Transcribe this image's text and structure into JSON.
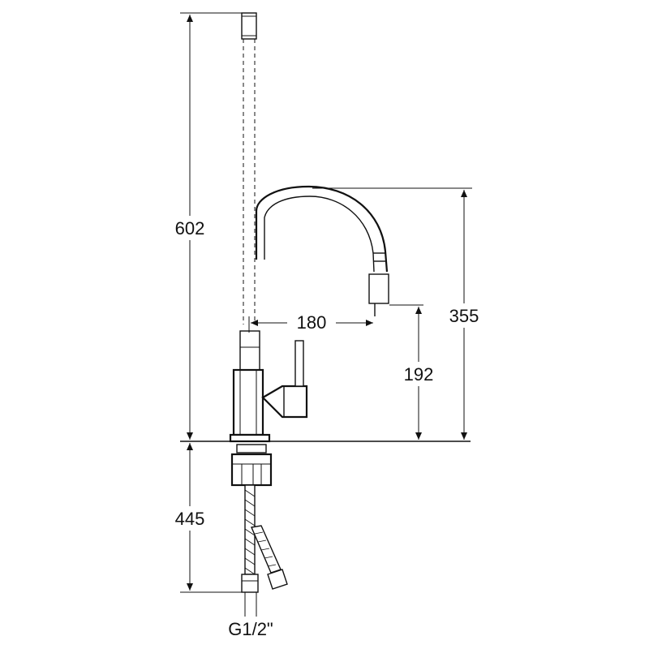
{
  "dimensions": {
    "total_height": "602",
    "spout_height": "355",
    "spout_reach": "180",
    "outlet_height": "192",
    "hose_length": "445",
    "connection_thread": "G1/2\""
  },
  "colors": {
    "ink": "#111111",
    "background": "#ffffff"
  }
}
